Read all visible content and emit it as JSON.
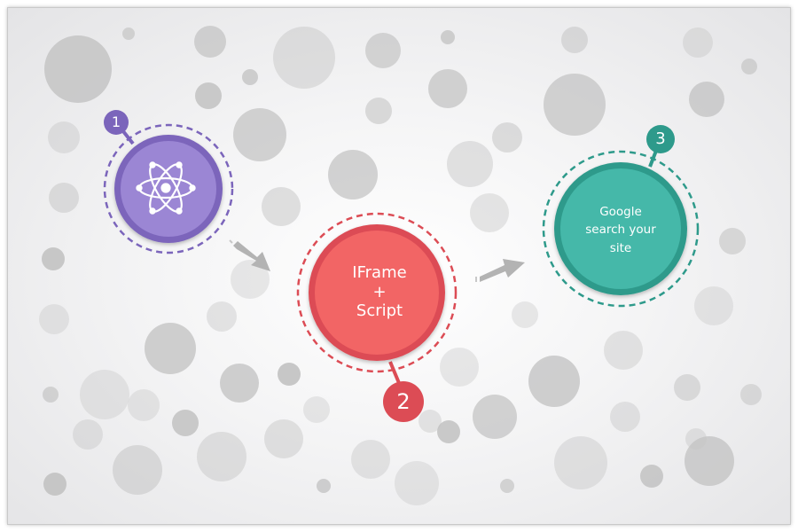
{
  "colors": {
    "step1": "#9b86d4",
    "step1_dark": "#7b65bb",
    "step2": "#f26565",
    "step2_dark": "#dc4c55",
    "step3": "#45b8a9",
    "step3_dark": "#2e9a8b",
    "arrow": "#b3b3b3",
    "bubble": "#c4c4c4"
  },
  "steps": [
    {
      "number": "1",
      "label": "",
      "icon": "atom-icon"
    },
    {
      "number": "2",
      "label": "IFrame\n+\nScript"
    },
    {
      "number": "3",
      "label": "Google\nsearch your\nsite"
    }
  ]
}
